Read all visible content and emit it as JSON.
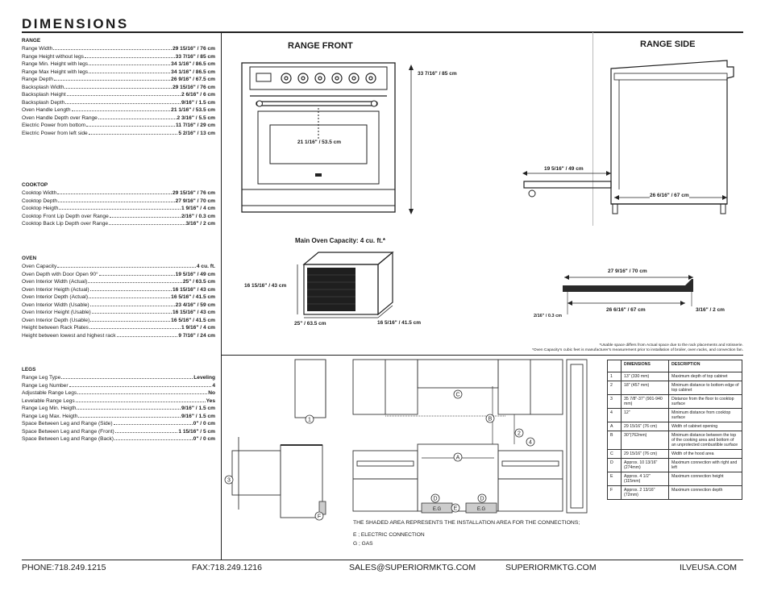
{
  "title": "DIMENSIONS",
  "range": {
    "heading": "RANGE",
    "rows": [
      {
        "label": "Range Width",
        "value": "29 15/16\" / 76 cm"
      },
      {
        "label": "Range Height without legs",
        "value": "33 7/16\" / 85 cm"
      },
      {
        "label": "Range Min. Height with legs",
        "value": "34 1/16\" / 86.5 cm"
      },
      {
        "label": "Range Max Height with legs",
        "value": "34 1/16\" / 86.5 cm"
      },
      {
        "label": "Range Depth",
        "value": "26 9/16\" / 67.5 cm"
      },
      {
        "label": "Backsplash Width",
        "value": "29 15/16\" / 76 cm"
      },
      {
        "label": "Backsplash Height",
        "value": "2 6/16\" / 6 cm"
      },
      {
        "label": "Backsplash Depth",
        "value": "9/16\" / 1.5 cm"
      },
      {
        "label": "Oven Handle Length",
        "value": "21 1/16\" / 53.5 cm"
      },
      {
        "label": "Oven Handle Depth over Range",
        "value": "2 3/16\" / 5.5 cm"
      },
      {
        "label": "Electric Power from bottom",
        "value": "11 7/16\" / 29 cm"
      },
      {
        "label": "Electric Power from left side",
        "value": "5 2/16\" / 13 cm"
      }
    ]
  },
  "cooktop": {
    "heading": "COOKTOP",
    "rows": [
      {
        "label": "Cooktop Width",
        "value": "29 15/16\" / 76 cm"
      },
      {
        "label": "Cooktop Depth",
        "value": "27 9/16\" / 70 cm"
      },
      {
        "label": "Cooktop Heigth",
        "value": "1 9/16\" / 4 cm"
      },
      {
        "label": "Cooktop Front Lip Depth over Range",
        "value": "2/16\" / 0.3 cm"
      },
      {
        "label": "Cooktop Back Lip Depth over Range",
        "value": "3/16\" / 2 cm"
      }
    ]
  },
  "oven": {
    "heading": "OVEN",
    "rows": [
      {
        "label": "Oven Capacity",
        "value": "4 cu. ft."
      },
      {
        "label": "Oven Depth with Door Open 90°",
        "value": "19 5/16\" / 49 cm"
      },
      {
        "label": "Oven Interior Width (Actual)",
        "value": "25\" / 63.5 cm"
      },
      {
        "label": "Oven Interior Heigth (Actual)",
        "value": "16 15/16\" / 43 cm"
      },
      {
        "label": "Oven Interior Depth (Actual)",
        "value": "16 5/16\" / 41.5 cm"
      },
      {
        "label": "Oven Interior Width (Usable)",
        "value": "23 4/16\" / 59 cm"
      },
      {
        "label": "Oven Interior Height (Usable)",
        "value": "16 15/16\" / 43 cm"
      },
      {
        "label": "Oven Interior Depth (Usable)",
        "value": "16 5/16\" / 41.5 cm"
      },
      {
        "label": "Height between Rack Plates",
        "value": "1 9/16\" / 4 cm"
      },
      {
        "label": "Height between lowest and highest rack",
        "value": "9 7/16\" / 24 cm"
      }
    ]
  },
  "legs": {
    "heading": "LEGS",
    "rows": [
      {
        "label": "Range Leg Type",
        "value": "Leveling"
      },
      {
        "label": "Range Leg Number",
        "value": "4"
      },
      {
        "label": "Adjustable Range Legs",
        "value": "No"
      },
      {
        "label": "Levelable Range Legs",
        "value": "Yes"
      },
      {
        "label": "Range Leg Min. Heigth",
        "value": "9/16\" / 1.5 cm"
      },
      {
        "label": "Range Leg Max. Heigth",
        "value": "9/16\" / 1.5 cm"
      },
      {
        "label": "Space Between Leg and Range (Side)",
        "value": "0\" / 0 cm"
      },
      {
        "label": "Space Between Leg and Range (Front)",
        "value": "1 15/16\" / 5 cm"
      },
      {
        "label": "Space Between Leg and Range (Back)",
        "value": "0\" / 0 cm"
      }
    ]
  },
  "drawings": {
    "front_title": "RANGE FRONT",
    "side_title": "RANGE SIDE",
    "front_height": "33 7/16\" / 85 cm",
    "front_handle": "21 1/16\" / 53.5 cm",
    "side_door": "19 5/16\" / 49 cm",
    "side_depth": "26 6/16\" / 67 cm",
    "capacity_title": "Main Oven Capacity: 4 cu. ft.*",
    "cap_height": "16 15/16\" / 43 cm",
    "cap_width": "25\" / 63.5 cm",
    "cap_depth": "16 5/16\" / 41.5 cm",
    "cooktop_depth": "27 9/16\" / 70 cm",
    "cooktop_inner": "26 6/16\" / 67 cm",
    "cooktop_back": "3/16\" / 2 cm",
    "cooktop_front": "2/16\" / 0.3 cm",
    "note1": "*Usable space differs from Actual space due to the rack placements and rotisserie.",
    "note2": "*Oven Capacity's cubic feet is manufacturer's measurement prior to installation of broiler, oven racks, and convection fan."
  },
  "installation": {
    "shaded_note": "THE SHADED AREA REPRESENTS THE INSTALLATION AREA FOR THE CONNECTIONS;",
    "electric": "E ; ELECTRIC CONNECTION",
    "gas": "G ; GAS",
    "markers": [
      "1",
      "2",
      "3",
      "4",
      "A",
      "B",
      "C",
      "D",
      "E",
      "F",
      "E.G"
    ]
  },
  "table": {
    "headers": [
      "",
      "DIMENSIONS",
      "DESCRIPTION"
    ],
    "rows": [
      [
        "1",
        "13\" (330 mm)",
        "Maximum depth of top cabinet"
      ],
      [
        "2",
        "18\" (457 mm)",
        "Minimum distance to bottom edge of top cabinet"
      ],
      [
        "3",
        "35 7/8\"-37\" (901-940 mm)",
        "Distance from the floor to cooktop surface"
      ],
      [
        "4",
        "12\"",
        "Minimum distance from cooktop surface"
      ],
      [
        "A",
        "29 15/16\" (76 cm)",
        "Width of cabinet opening"
      ],
      [
        "B",
        "30\"(762mm)",
        "Minimum distance between the top of the cooking area and bottom of an unprotected combustible surface"
      ],
      [
        "C",
        "29 15/16\" (76 cm)",
        "Width of the hood area"
      ],
      [
        "D",
        "Approx. 10 13/16\" (274mm)",
        "Maximum connection with right and left"
      ],
      [
        "E",
        "Approx. 4 1/2\" (115mm)",
        "Maximum connection height"
      ],
      [
        "F",
        "Approx. 2 13/16\" (72mm)",
        "Maximum connection depth"
      ]
    ]
  },
  "footer": {
    "phone": "PHONE:718.249.1215",
    "fax": "FAX:718.249.1216",
    "email": "SALES@SUPERIORMKTG.COM",
    "web1": "SUPERIORMKTG.COM",
    "web2": "ILVEUSA.COM"
  }
}
